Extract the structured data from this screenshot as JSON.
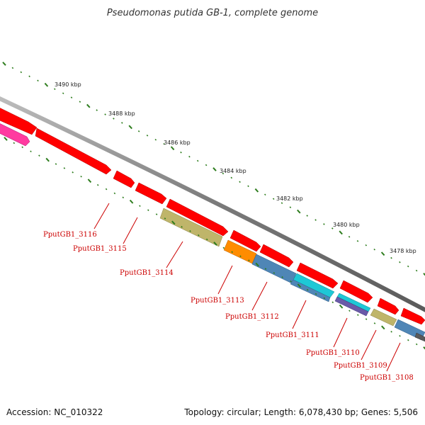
{
  "title": "Pseudomonas putida GB-1, complete genome",
  "footer": {
    "accession": "Accession: NC_010322",
    "topology": "Topology: circular; Length: 6,078,430 bp; Genes: 5,506"
  },
  "colors": {
    "backbone": "#808080",
    "tick": "#2e7d1e",
    "gene_label": "#cc0000",
    "cds_forward": "#ff0000",
    "pink": "#ff3ba0",
    "olive": "#bfb56a",
    "orange": "#ff8c00",
    "steel_blue": "#4f86b6",
    "cyan": "#1ec8d6",
    "purple": "#6a5aa8",
    "dark_gray": "#5a5a5a"
  },
  "scale_ticks": [
    "3490 kbp",
    "3488 kbp",
    "3486 kbp",
    "3484 kbp",
    "3482 kbp",
    "3480 kbp",
    "3478 kbp"
  ],
  "gene_labels": [
    "PputGB1_3116",
    "PputGB1_3115",
    "PputGB1_3114",
    "PputGB1_3113",
    "PputGB1_3112",
    "PputGB1_3111",
    "PputGB1_3110",
    "PputGB1_3109",
    "PputGB1_3108"
  ]
}
